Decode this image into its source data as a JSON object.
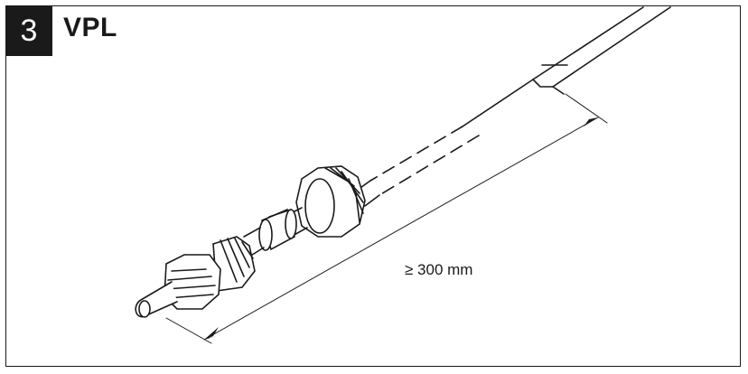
{
  "step": {
    "number": "3",
    "title": "VPL"
  },
  "dimension": {
    "label": "≥ 300 mm"
  },
  "icons": {
    "connector": "cable-connector-assembly-icon"
  }
}
